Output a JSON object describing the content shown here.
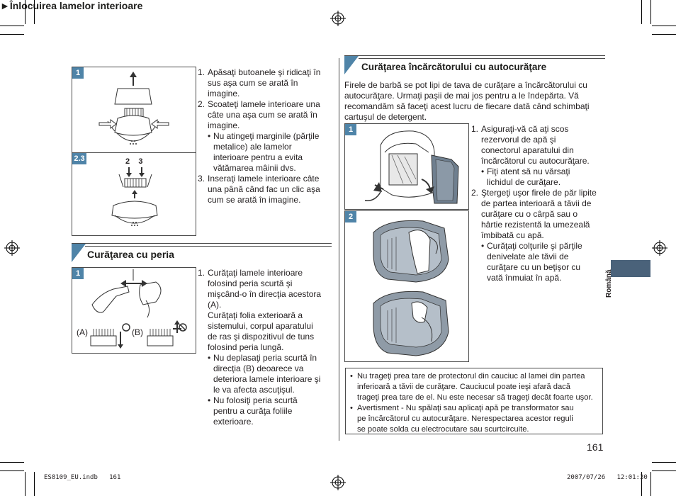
{
  "left": {
    "heading": "►Înlocuirea lamelor interioare",
    "fig1_label": "1",
    "fig2_label": "2.3",
    "fig2_nums": "2    3",
    "steps": [
      {
        "n": "1.",
        "lines": [
          "Apăsaţi butoanele şi ridicaţi în",
          "sus aşa cum se arată în",
          "imagine."
        ]
      },
      {
        "n": "2.",
        "lines": [
          "Scoateţi lamele interioare una",
          "câte una aşa cum se arată în",
          "imagine."
        ]
      },
      {
        "n": "3.",
        "lines": [
          "Inseraţi lamele interioare câte",
          "una până când fac un clic aşa",
          "cum se arată în imagine."
        ]
      }
    ],
    "step2_sub": [
      "Nu atingeţi marginile (părţile",
      "metalice) ale lamelor",
      "interioare pentru a evita",
      "vătămarea mâinii dvs."
    ],
    "brush_title": "Curăţarea cu peria",
    "brush_fig_label": "1",
    "brush_label_a": "(A)",
    "brush_label_b": "(B)",
    "brush_step_n": "1.",
    "brush_step": [
      "Curăţaţi lamele interioare",
      "folosind peria scurtă şi",
      "mişcând-o în direcţia acestora",
      "(A).",
      "Curăţaţi folia exterioară a",
      "sistemului, corpul aparatului",
      "de ras şi dispozitivul de tuns",
      "folosind peria lungă."
    ],
    "brush_sub1": [
      "Nu deplasaţi peria scurtă în",
      "direcţia (B) deoarece va",
      "deteriora lamele interioare şi",
      "le va afecta ascuţişul."
    ],
    "brush_sub2": [
      "Nu folosiţi peria scurtă",
      "pentru a curăţa foliile",
      "exterioare."
    ]
  },
  "right": {
    "title": "Curăţarea încărcătorului cu autocurăţare",
    "intro": [
      "Firele de barbă se pot lipi de tava de curăţare a încărcătorului cu",
      "autocurăţare. Urmaţi paşii de mai jos pentru a le îndepărta. Vă",
      "recomandăm să faceţi acest lucru de fiecare dată când schimbaţi",
      "cartuşul de detergent."
    ],
    "fig1_label": "1",
    "fig2_label": "2",
    "step1_n": "1.",
    "step1": [
      "Asiguraţi-vă că aţi scos",
      "rezervorul de apă şi",
      "conectorul aparatului din",
      "încărcătorul cu autocurăţare."
    ],
    "step1_sub": [
      "Fiţi atent să nu vărsaţi",
      "lichidul de curăţare."
    ],
    "step2_n": "2.",
    "step2": [
      "Ştergeţi uşor firele de păr lipite",
      "de partea interioară a tăvii de",
      "curăţare cu o cârpă sau o",
      "hârtie rezistentă la umezeală",
      "îmbibată cu apă."
    ],
    "step2_sub": [
      "Curăţaţi colţurile şi părţile",
      "denivelate ale tăvii de",
      "curăţare cu un beţişor cu",
      "vată înmuiat în apă."
    ],
    "notes": [
      [
        "Nu trageţi prea tare de protectorul din cauciuc al lamei din partea",
        "inferioară a tăvii de curăţare. Cauciucul poate ieşi afară dacă",
        "trageţi prea tare de el. Nu este necesar să trageţi decât foarte uşor."
      ],
      [
        "Avertisment - Nu spălaţi sau aplicaţi apă pe transformator sau",
        "pe încărcătorul cu autocurăţare. Nerespectarea acestor reguli",
        "se poate solda cu electrocutare sau scurtcircuite."
      ]
    ]
  },
  "side_language": "Română",
  "page_number": "161",
  "footer": {
    "left": "ES8109_EU.indb   161",
    "right": "2007/07/26   12:01:30"
  },
  "colors": {
    "accent": "#4f84a8",
    "tab": "#4a627a",
    "text": "#231f20"
  }
}
